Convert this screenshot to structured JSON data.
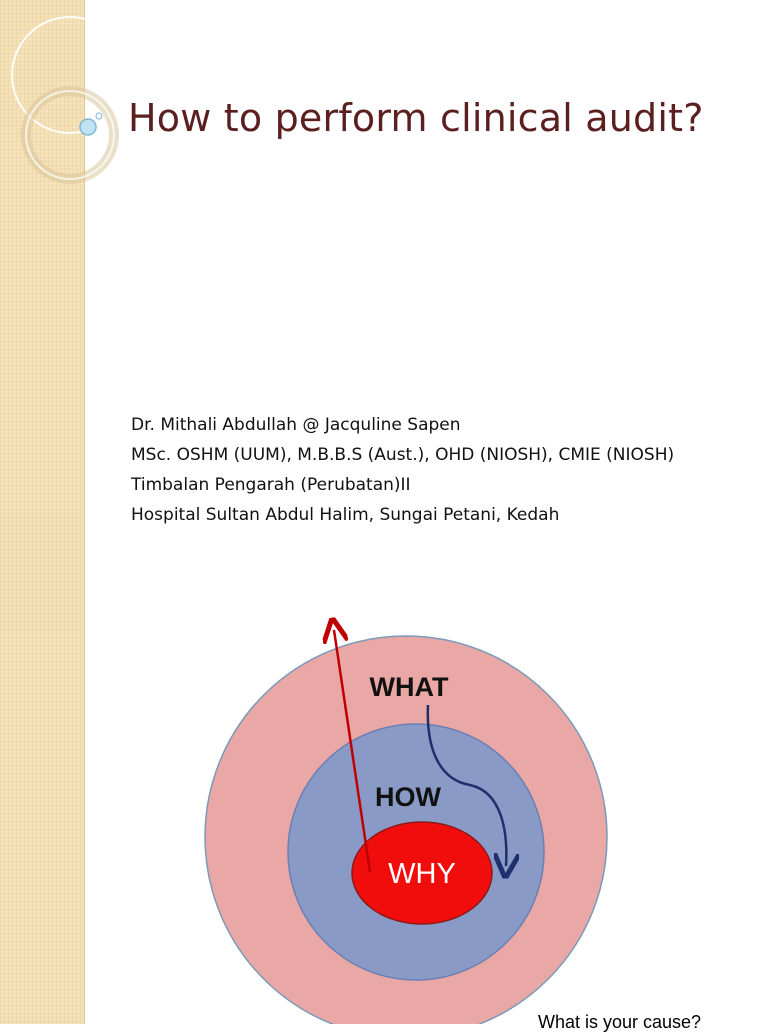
{
  "slide": {
    "title": "How to perform clinical audit?",
    "author": {
      "name_line": "Dr. Mithali Abdullah @ Jacquline Sapen",
      "qualifications_line": "MSc. OSHM (UUM), M.B.B.S (Aust.),  OHD (NIOSH), CMIE (NIOSH)",
      "position_line": "Timbalan Pengarah (Perubatan)II",
      "institution_line": "Hospital Sultan Abdul Halim, Sungai Petani, Kedah"
    },
    "diagram": {
      "outer_label": "WHAT",
      "middle_label": "HOW",
      "inner_label": "WHY",
      "colors": {
        "outer": "#e9a7a6",
        "middle": "#8a9ac6",
        "inner": "#f20d0d",
        "outward_arrow": "#c00000",
        "inward_arrow": "#1f2f6e"
      }
    },
    "caption": "What is your cause?"
  }
}
